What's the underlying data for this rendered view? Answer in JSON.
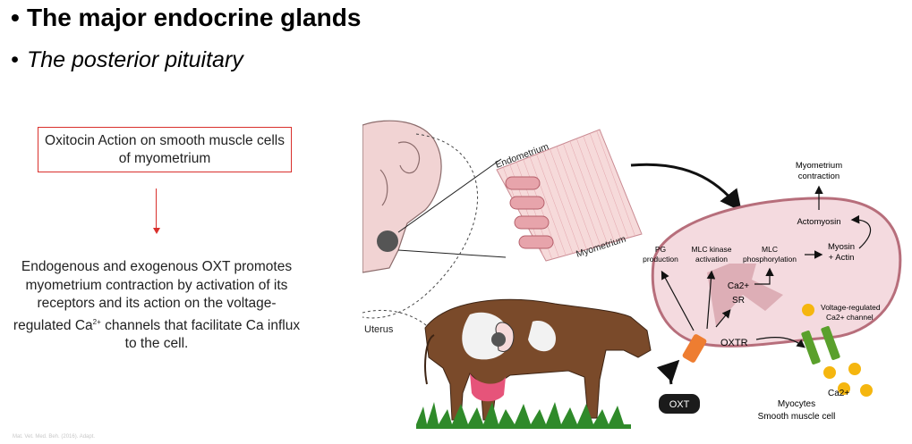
{
  "slide": {
    "bullet1": "The major endocrine glands",
    "bullet2": "The posterior pituitary",
    "box_title": "Oxitocin Action on smooth muscle cells of myometrium",
    "desc_pre": "Endogenous and exogenous OXT promotes myometrium contraction by activation of its receptors and its action on the voltage-regulated Ca",
    "desc_sup": "2+",
    "desc_post": " channels that facilitate Ca influx to the cell.",
    "footer": "Mat. Vet. Med. Beh. (2016). Adapt."
  },
  "figure": {
    "endometrium": "Endometrium",
    "myometrium": "Myometrium",
    "uterus": "Uterus",
    "myometrium_contraction": [
      "Myometrium",
      "contraction"
    ],
    "actomyosin": "Actomyosin",
    "myosin_actin": [
      "Myosin",
      "+ Actin"
    ],
    "pg": [
      "PG",
      "production"
    ],
    "mlc_kinase": [
      "MLC kinase",
      "activation"
    ],
    "mlc_phos": [
      "MLC",
      "phosphorylation"
    ],
    "ca_sr": [
      "Ca2+",
      "SR"
    ],
    "voltage": [
      "Voltage-regulated",
      "Ca2+ channel"
    ],
    "oxtr": "OXTR",
    "oxt": "OXT",
    "ca2": "Ca2+",
    "myocytes": [
      "Myocytes",
      "Smooth muscle cell"
    ],
    "colors": {
      "cell_fill": "#f4dadf",
      "cell_stroke": "#b76e7b",
      "sr_fill": "#ddaeb6",
      "receptor": "#ee7d31",
      "channel": "#5aa02c",
      "ca_dot": "#f5b60f",
      "cow_brown": "#7a4a2a",
      "udder": "#e6547a",
      "grass": "#2f8a2a"
    }
  }
}
